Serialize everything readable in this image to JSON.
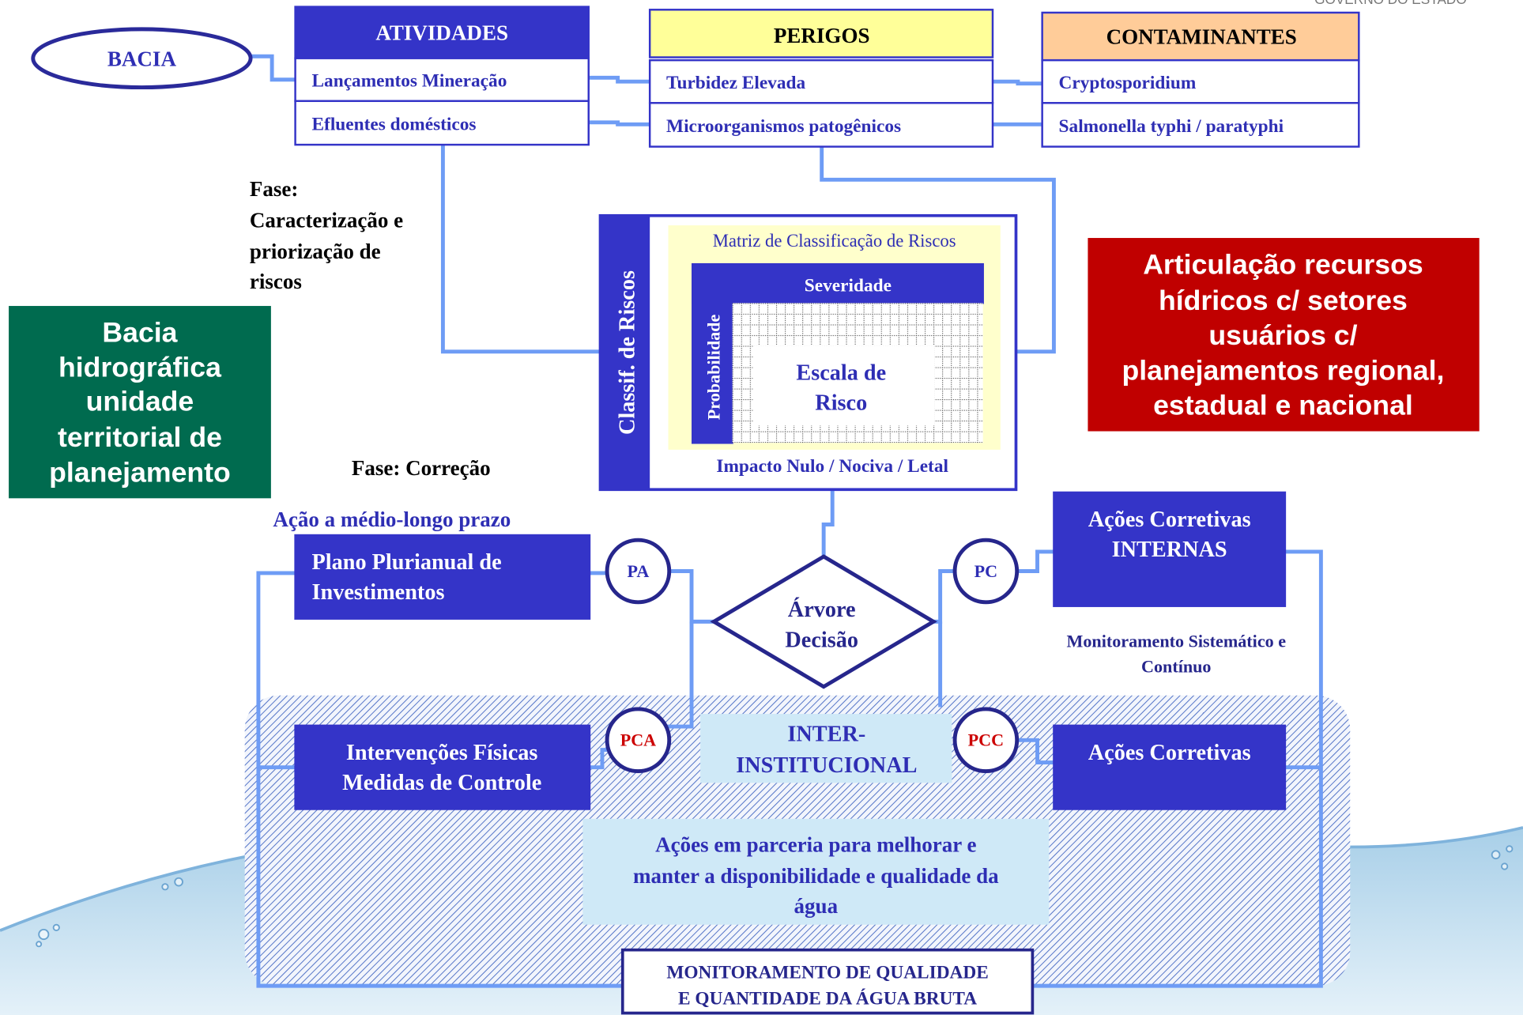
{
  "header": {
    "government_label": "GOVERNO DO ESTADO"
  },
  "basin": {
    "label": "BACIA"
  },
  "activities": {
    "title": "ATIVIDADES",
    "rows": [
      "Lançamentos Mineração",
      "Efluentes domésticos"
    ]
  },
  "hazards": {
    "title": "PERIGOS",
    "rows": [
      "Turbidez Elevada",
      "Microorganismos patogênicos"
    ]
  },
  "contaminants": {
    "title": "CONTAMINANTES",
    "rows": [
      "Cryptosporidium",
      "Salmonella typhi / paratyphi"
    ]
  },
  "characterization_phase": {
    "lines": [
      "Fase:",
      "Caracterização e",
      "priorização de",
      "riscos"
    ]
  },
  "basin_note": {
    "lines": [
      "Bacia",
      "hidrográfica",
      "unidade",
      "territorial de",
      "planejamento"
    ]
  },
  "risk_classification": {
    "side_label": "Classif. de Riscos",
    "matrix_title": "Matriz de Classificação de Riscos",
    "severity_label": "Severidade",
    "probability_label": "Probabilidade",
    "scale_lines": [
      "Escala de",
      "Risco"
    ],
    "impact_label": "Impacto Nulo / Nociva / Letal"
  },
  "articulation_note": {
    "lines": [
      "Articulação recursos",
      "hídricos c/ setores",
      "usuários c/",
      "planejamentos regional,",
      "estadual e nacional"
    ]
  },
  "correction_phase": {
    "label": "Fase: Correção"
  },
  "long_term": {
    "label": "Ação a médio-longo prazo"
  },
  "investment_plan": {
    "lines": [
      "Plano Plurianual de",
      "Investimentos"
    ]
  },
  "decision_tree": {
    "lines": [
      "Árvore",
      "Decisão"
    ]
  },
  "internal_actions": {
    "lines": [
      "Ações Corretivas",
      "INTERNAS"
    ]
  },
  "systematic_monitoring": {
    "lines": [
      "Monitoramento Sistemático e",
      "Contínuo"
    ]
  },
  "physical_interventions": {
    "lines": [
      "Intervenções Físicas",
      "Medidas de Controle"
    ]
  },
  "interinstitutional": {
    "lines": [
      "INTER-",
      "INSTITUCIONAL"
    ]
  },
  "corrective_actions": {
    "label": "Ações Corretivas"
  },
  "partnership": {
    "lines": [
      "Ações em parceria para melhorar e",
      "manter a disponibilidade e qualidade da",
      "água"
    ]
  },
  "raw_water_monitoring": {
    "lines": [
      "MONITORAMENTO DE QUALIDADE",
      "E QUANTIDADE DA ÁGUA BRUTA"
    ]
  },
  "control_points": {
    "pa": "PA",
    "pc": "PC",
    "pca": "PCA",
    "pcc": "PCC"
  },
  "colors": {
    "box_blue": "#3434c8",
    "text_blue": "#2e2eb4",
    "dark_blue": "#26268c",
    "connector": "#6e9cf5",
    "green": "#006b4f",
    "red": "#c00000",
    "yellow": "#ffff99",
    "orange": "#ffcc99",
    "pale_blue": "#cfe9f7",
    "code_red": "#cc0000",
    "hatch": "#5273c7",
    "water": "#a8cfe8"
  }
}
